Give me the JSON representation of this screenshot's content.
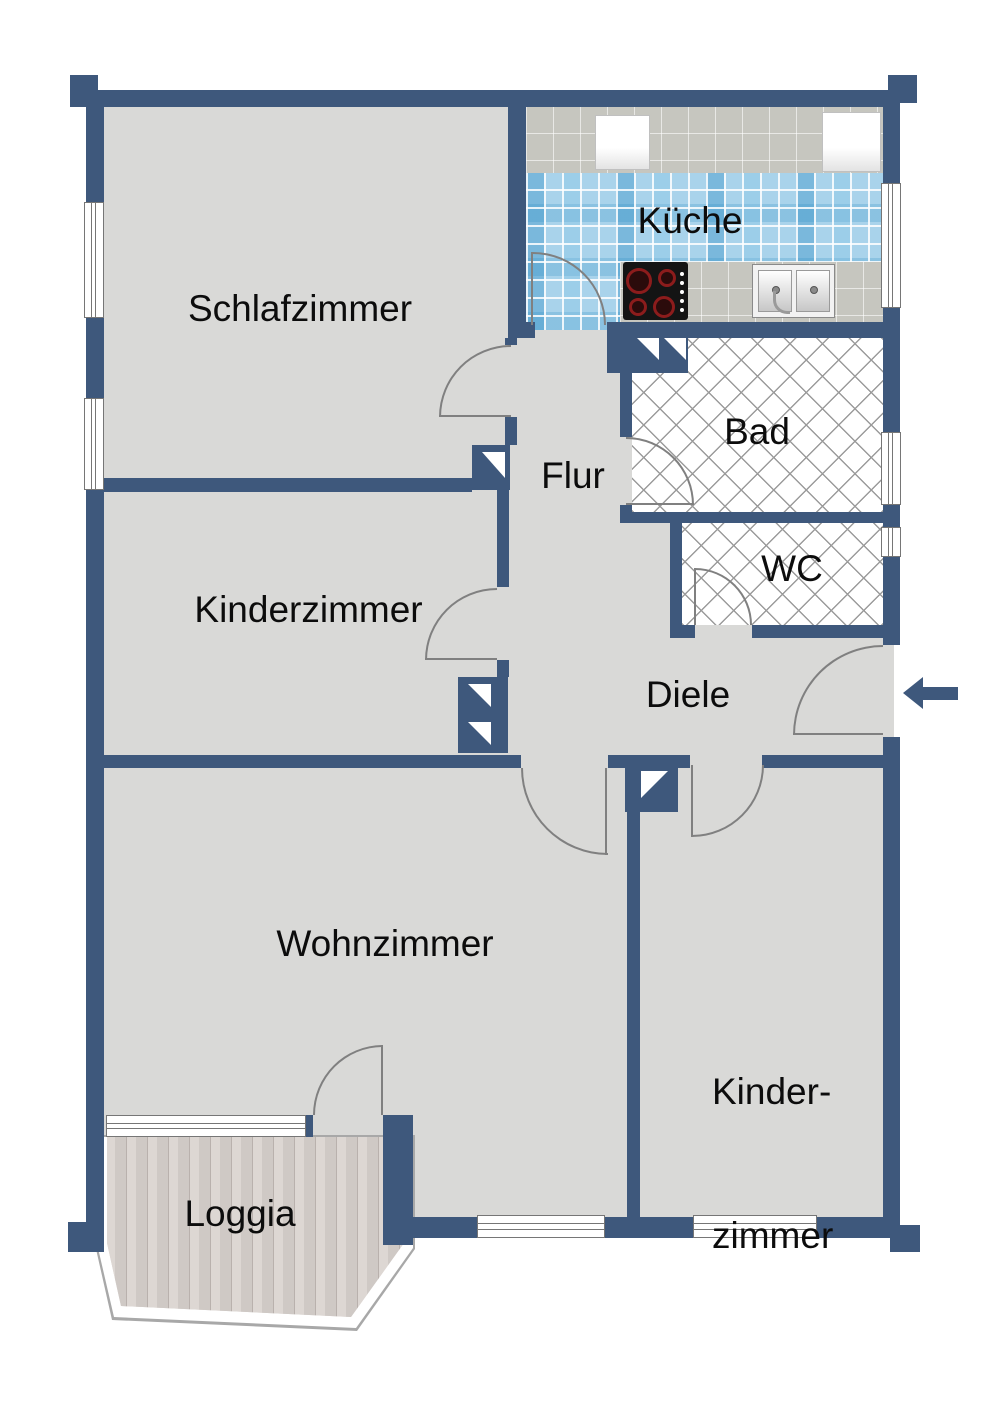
{
  "rooms": {
    "schlafzimmer": {
      "label": "Schlafzimmer"
    },
    "kueche": {
      "label": "Küche"
    },
    "bad": {
      "label": "Bad"
    },
    "flur": {
      "label": "Flur"
    },
    "wc": {
      "label": "WC"
    },
    "kinderzimmer": {
      "label": "Kinderzimmer"
    },
    "diele": {
      "label": "Diele"
    },
    "wohnzimmer": {
      "label": "Wohnzimmer"
    },
    "kinderzimmer2": {
      "line1": "Kinder-",
      "line2": "zimmer"
    },
    "loggia": {
      "label": "Loggia"
    }
  },
  "icons": {
    "entrance_arrow": "arrow-left"
  },
  "colors": {
    "wall": "#3E587C",
    "floor": "#D9D9D7",
    "tile_blue": "#A9D3EB",
    "tile_gray": "#C6C6BF",
    "lattice_line": "#9B9B9B",
    "wood": "#D8D2CE",
    "door_arc": "#808080",
    "window_frame": "#767676",
    "label_text": "#0C0C0C",
    "background": "#FFFFFF"
  }
}
